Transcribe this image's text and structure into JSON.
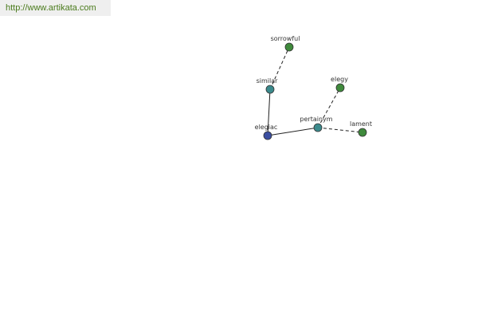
{
  "site": {
    "url_text": "http://www.artikata.com",
    "url_color": "#4a7b1c"
  },
  "graph": {
    "colors": {
      "primary_node": "#3a4ea0",
      "related_node": "#3b8a8c",
      "leaf_node": "#3f8a3c"
    },
    "nodes": [
      {
        "id": "elegiac",
        "label": "elegiac",
        "kind": "primary_node"
      },
      {
        "id": "similar",
        "label": "similar",
        "kind": "related_node"
      },
      {
        "id": "pertainym",
        "label": "pertainym",
        "kind": "related_node"
      },
      {
        "id": "sorrowful",
        "label": "sorrowful",
        "kind": "leaf_node"
      },
      {
        "id": "elegy",
        "label": "elegy",
        "kind": "leaf_node"
      },
      {
        "id": "lament",
        "label": "lament",
        "kind": "leaf_node"
      }
    ],
    "edges": [
      {
        "from": "elegiac",
        "to": "similar",
        "style": "solid"
      },
      {
        "from": "elegiac",
        "to": "pertainym",
        "style": "solid"
      },
      {
        "from": "similar",
        "to": "sorrowful",
        "style": "dashed"
      },
      {
        "from": "pertainym",
        "to": "elegy",
        "style": "dashed"
      },
      {
        "from": "pertainym",
        "to": "lament",
        "style": "dashed"
      }
    ]
  }
}
